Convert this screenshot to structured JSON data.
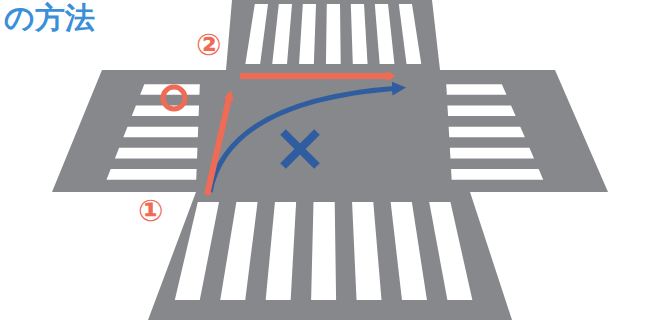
{
  "diagram": {
    "title": "の方法",
    "labels": [
      "①",
      "②"
    ]
  }
}
